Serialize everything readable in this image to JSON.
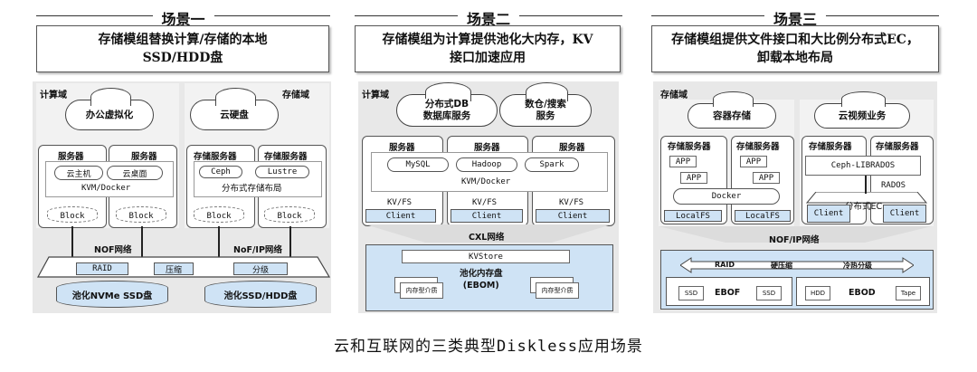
{
  "scenes": [
    {
      "name": "场景一",
      "desc": "存储模组替换计算/存储的本地\nSSD/HDD盘"
    },
    {
      "name": "场景二",
      "desc": "存储模组为计算提供池化大内存，KV\n接口加速应用"
    },
    {
      "name": "场景三",
      "desc": "存储模组提供文件接口和大比例分布式EC，\n卸载本地布局"
    }
  ],
  "s1": {
    "compute_domain": "计算域",
    "storage_domain": "存储域",
    "cloud_left": "办公虚拟化",
    "cloud_right": "云硬盘",
    "server": "服务器",
    "storage_server": "存储服务器",
    "cloud_host": "云主机",
    "cloud_desktop": "云桌面",
    "kvm": "KVM/Docker",
    "ceph": "Ceph",
    "lustre": "Lustre",
    "dist_layout": "分布式存储布局",
    "block": "Block",
    "nof": "NOF网络",
    "nof_ip": "NoF/IP网络",
    "raid": "RAID",
    "compress": "压缩",
    "tier": "分级",
    "pool_nvme": "池化NVMe SSD盘",
    "pool_ssd": "池化SSD/HDD盘"
  },
  "s2": {
    "compute_domain": "计算域",
    "cloud_left": "分布式DB\n数据库服务",
    "cloud_right": "数仓/搜索\n服务",
    "server": "服务器",
    "mysql": "MySQL",
    "hadoop": "Hadoop",
    "spark": "Spark",
    "kvm": "KVM/Docker",
    "kvfs": "KV/FS",
    "client": "Client",
    "cxl": "CXL网络",
    "kvstore": "KVStore",
    "pool_mem": "池化内存盘\n(EBOM)",
    "mem_media": "内存型介质"
  },
  "s3": {
    "storage_domain": "存储域",
    "cloud_left": "容器存储",
    "cloud_right": "云视频业务",
    "storage_server": "存储服务器",
    "app": "APP",
    "docker": "Docker",
    "localfs": "LocalFS",
    "ceph_librados": "Ceph-LIBRADOS",
    "rados": "RADOS",
    "dist_ec": "分布式EC",
    "client": "Client",
    "nof_ip": "NOF/IP网络",
    "raid": "RAID",
    "compress": "硬压缩",
    "cold_tier": "冷热分级",
    "ebof": "EBOF",
    "ebod": "EBOD",
    "ssd": "SSD",
    "hdd": "HDD",
    "tape": "Tape"
  },
  "caption": "云和互联网的三类典型Diskless应用场景"
}
